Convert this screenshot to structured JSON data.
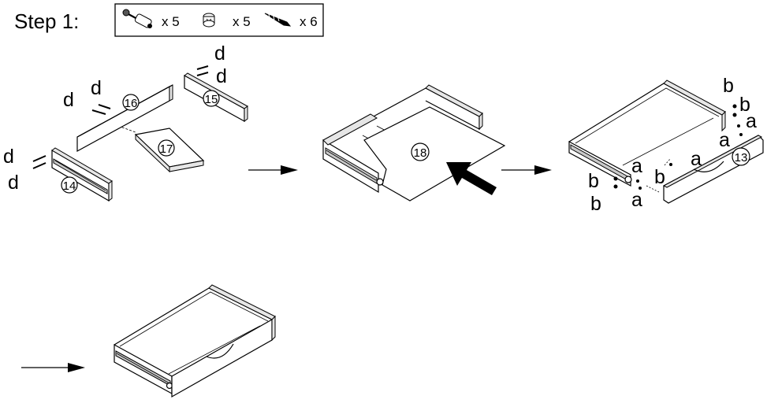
{
  "step": {
    "title": "Step 1:"
  },
  "hardware": [
    {
      "icon": "cam-bolt-icon",
      "qty": "x 5"
    },
    {
      "icon": "cam-lock-icon",
      "qty": "x 5"
    },
    {
      "icon": "screw-icon",
      "qty": "x 6"
    }
  ],
  "parts": {
    "p13": "13",
    "p14": "14",
    "p15": "15",
    "p16": "16",
    "p17": "17",
    "p18": "18"
  },
  "labels": {
    "a": "a",
    "b": "b",
    "d": "d"
  }
}
